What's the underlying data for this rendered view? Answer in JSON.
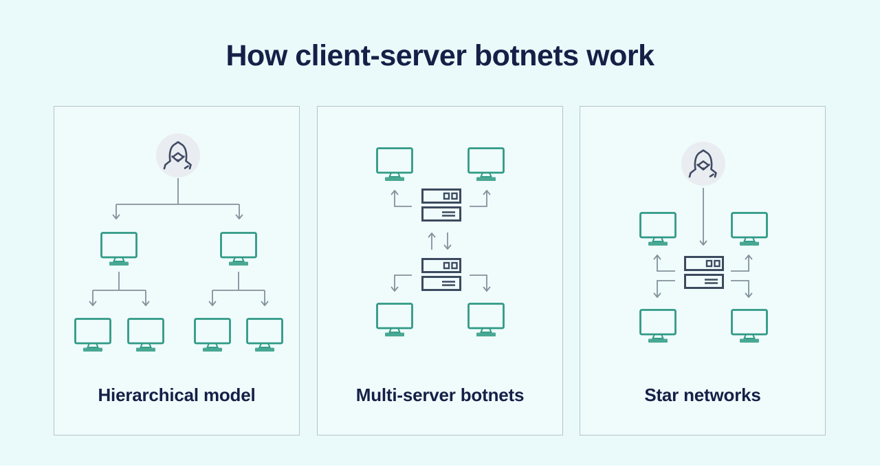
{
  "title": "How client-server botnets work",
  "panels": [
    {
      "id": "hierarchical",
      "label": "Hierarchical model",
      "icons": [
        "attacker-icon",
        "bot-computer-icon",
        "bot-computer-icon",
        "bot-computer-icon",
        "bot-computer-icon",
        "bot-computer-icon",
        "bot-computer-icon"
      ],
      "description_shown_as": "attacker at top branching to 2 computers, each branching to 2 more computers"
    },
    {
      "id": "multi-server",
      "label": "Multi-server botnets",
      "icons": [
        "cnc-server-icon",
        "cnc-server-icon",
        "bot-computer-icon",
        "bot-computer-icon",
        "bot-computer-icon",
        "bot-computer-icon"
      ],
      "description_shown_as": "two linked servers in middle sending arrows to 4 corner computers"
    },
    {
      "id": "star",
      "label": "Star networks",
      "icons": [
        "attacker-icon",
        "cnc-server-icon",
        "bot-computer-icon",
        "bot-computer-icon",
        "bot-computer-icon",
        "bot-computer-icon"
      ],
      "description_shown_as": "attacker arrow down to central server exchanging arrows with 4 corner computers"
    }
  ],
  "colors": {
    "background": "#eafafb",
    "panel_background": "#f0fbfc",
    "panel_border": "#b5c4c6",
    "title_text": "#152047",
    "monitor_teal": "#2f9a85",
    "monitor_teal_fill": "#49a893",
    "server_navy": "#3b4a5e",
    "arrow_gray": "#82929b",
    "attacker_stroke": "#3f4a63",
    "attacker_circle": "#e9edf1",
    "footer_strip": "#ffffff"
  }
}
